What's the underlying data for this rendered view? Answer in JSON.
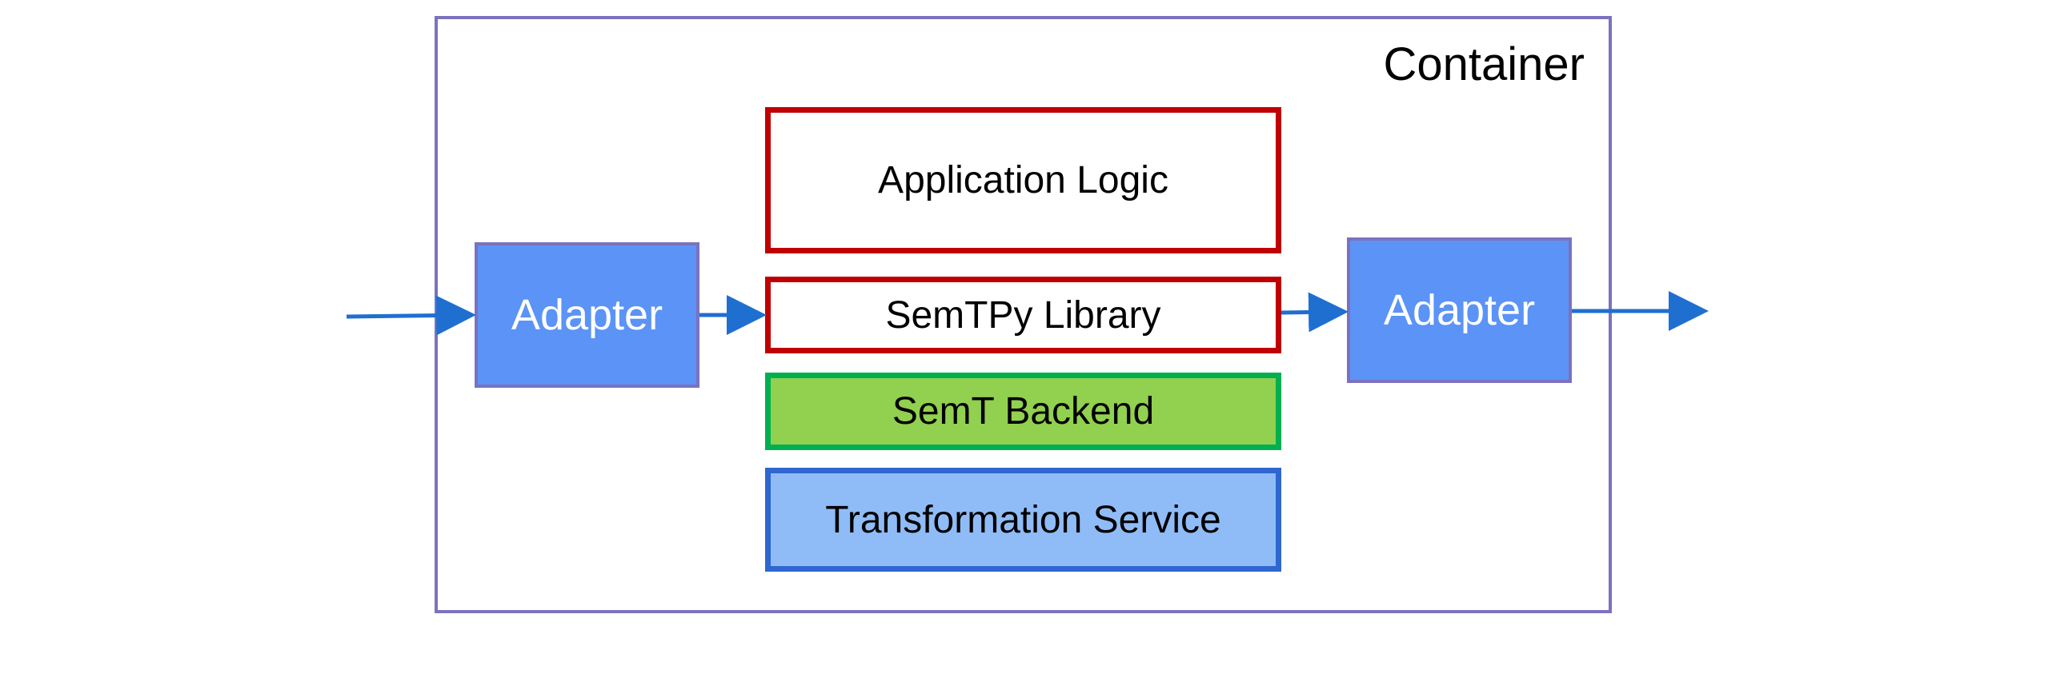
{
  "container": {
    "label": "Container"
  },
  "adapter_left": {
    "label": "Adapter"
  },
  "adapter_right": {
    "label": "Adapter"
  },
  "stack": {
    "application_logic": "Application Logic",
    "semtpy_library": "SemTPy Library",
    "semt_backend": "SemT Backend",
    "transformation_service": "Transformation Service"
  },
  "colors": {
    "container_border": "#7b72be",
    "adapter_fill": "#5b93f7",
    "red_border": "#c00000",
    "backend_fill": "#92d050",
    "backend_border": "#00b050",
    "service_fill": "#8fbcf7",
    "service_border": "#2f66d0",
    "arrow": "#1f6fd1"
  }
}
